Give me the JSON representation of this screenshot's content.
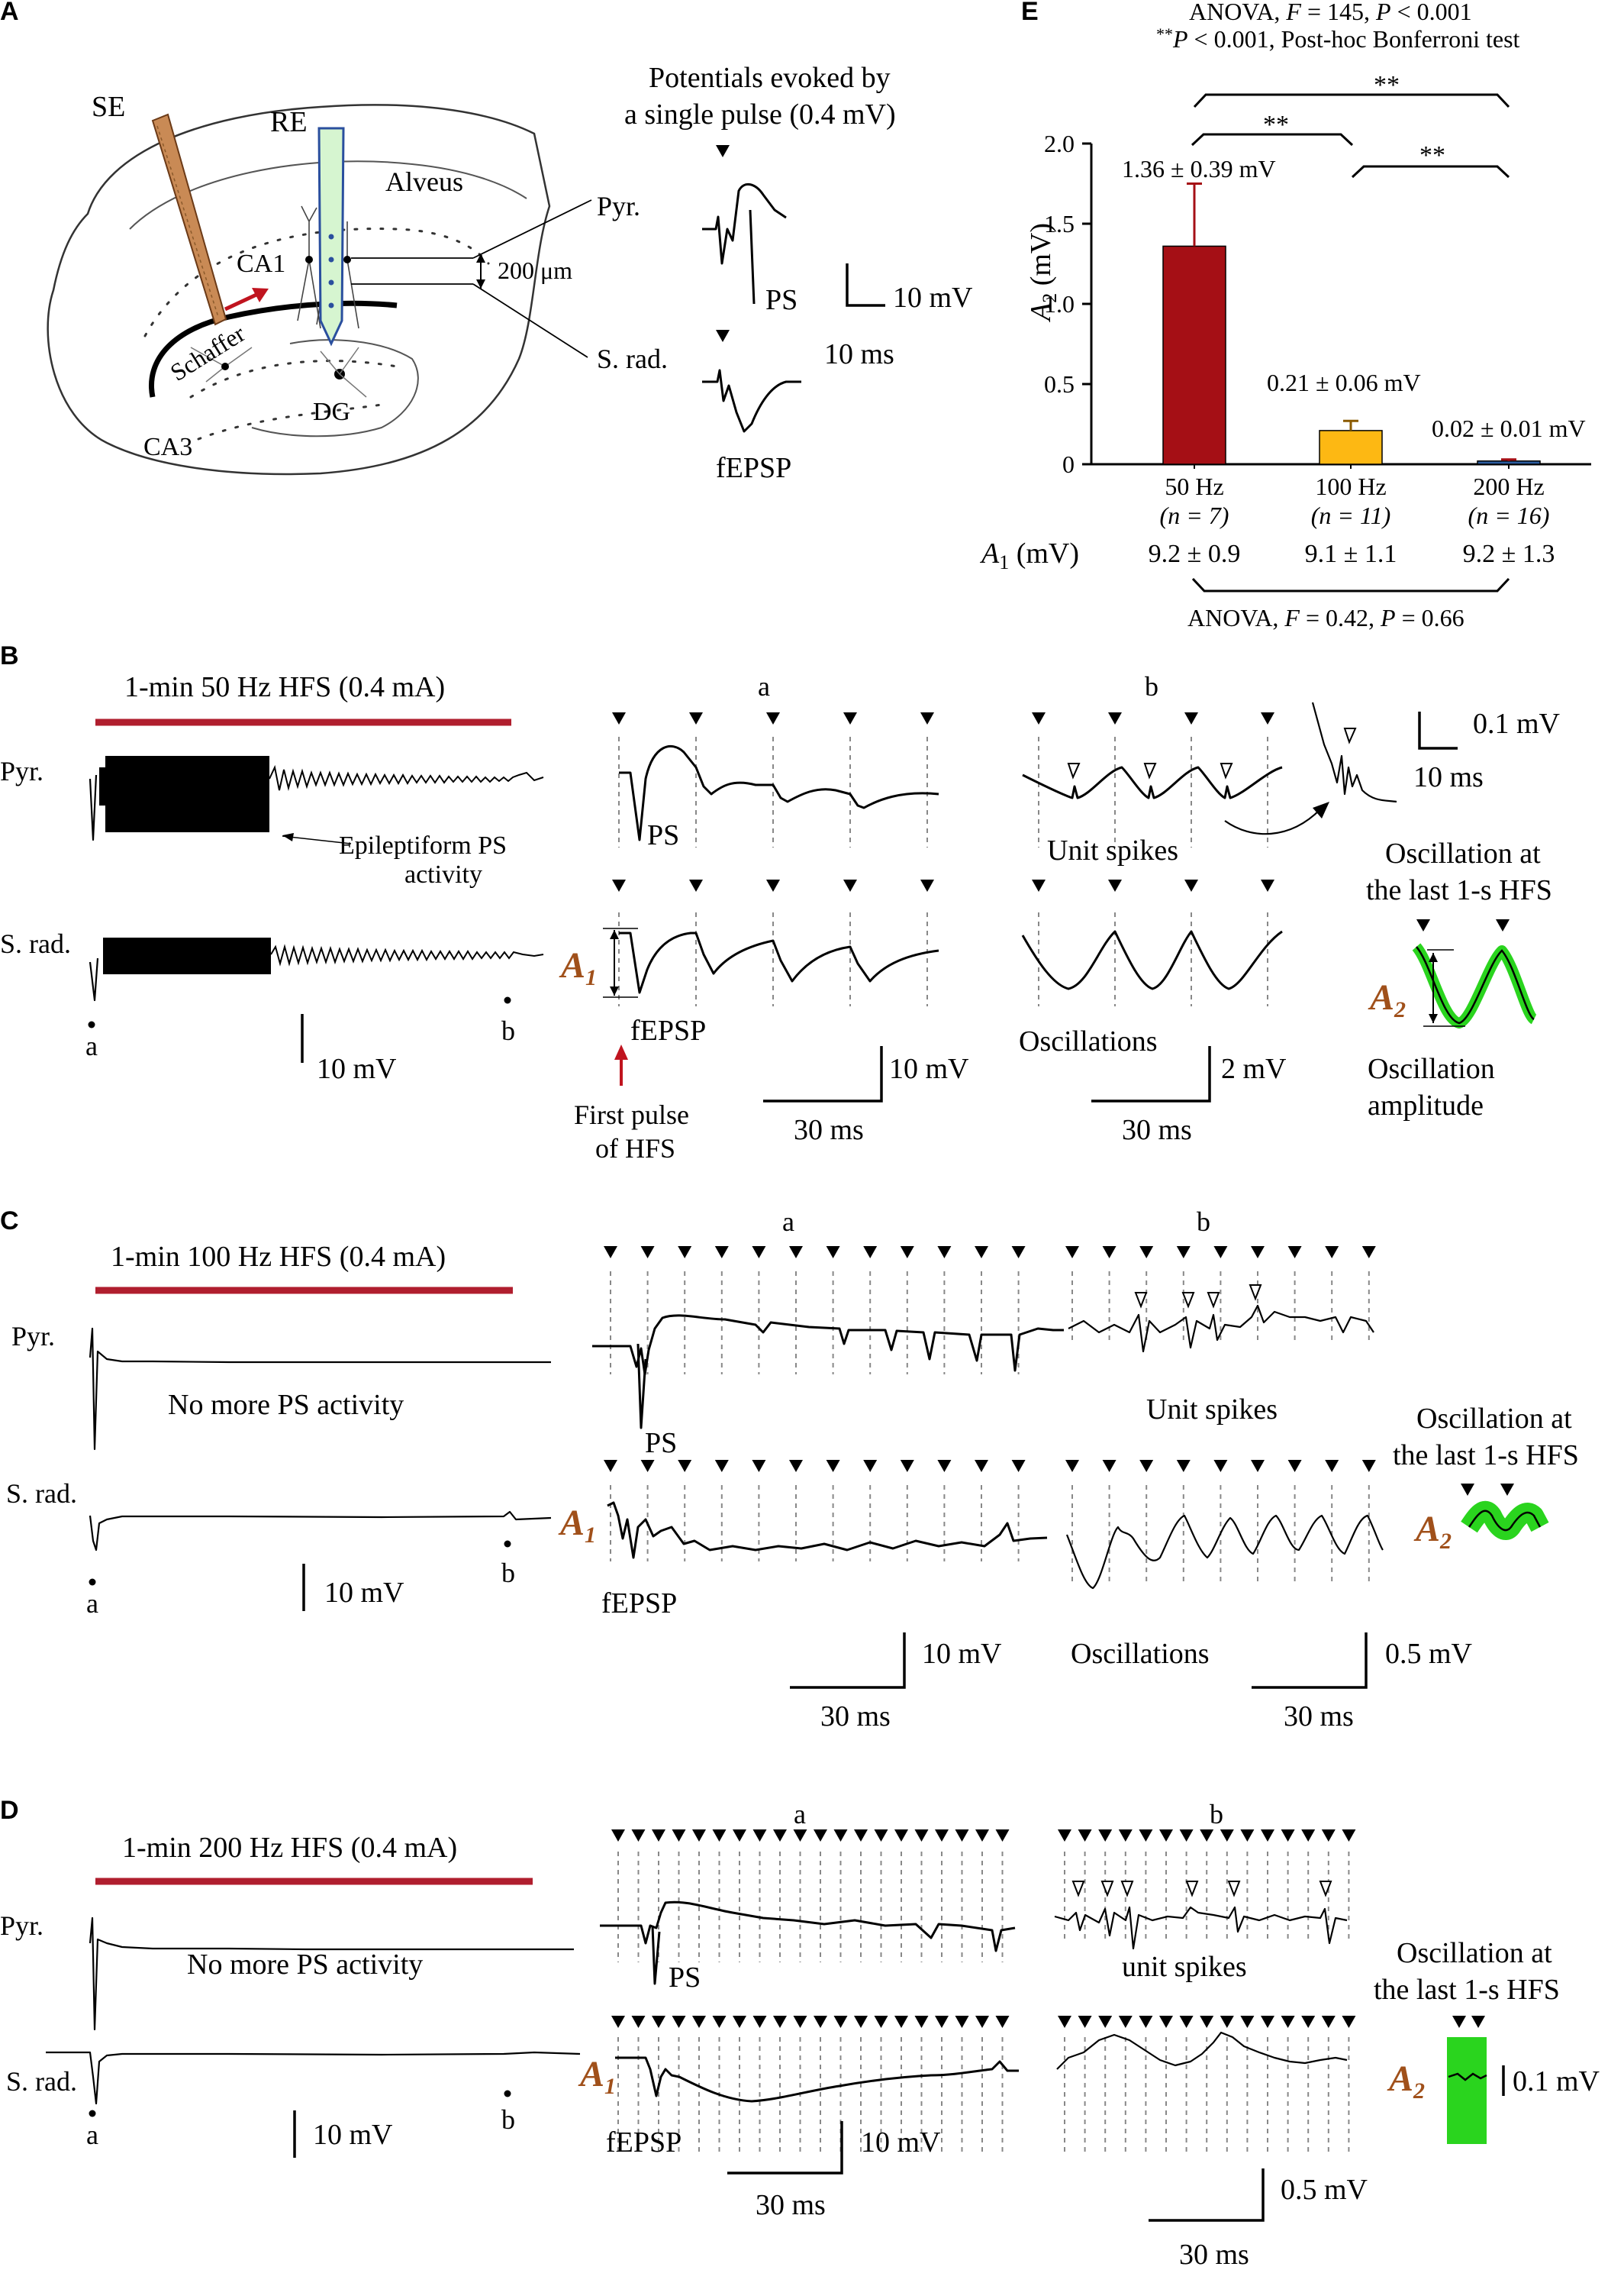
{
  "panelA": {
    "label": "A",
    "se": "SE",
    "re": "RE",
    "alveus": "Alveus",
    "ca1": "CA1",
    "schaffer": "Schaffer",
    "ca3": "CA3",
    "dg": "DG",
    "pyr": "Pyr.",
    "srad": "S. rad.",
    "depth": "200 μm",
    "title1": "Potentials evoked by",
    "title2": "a single pulse  (0.4 mV)",
    "ps": "PS",
    "fepsp": "fEPSP",
    "scale_mv": "10 mV",
    "scale_ms": "10 ms"
  },
  "panelB": {
    "label": "B",
    "hfs": "1-min 50 Hz  HFS (0.4 mA)",
    "pyr": "Pyr.",
    "srad": "S. rad.",
    "epi1": "Epileptiform PS",
    "epi2": "activity",
    "mark_a": "a",
    "mark_b": "b",
    "scale_mv": "10 mV",
    "sub_a": "a",
    "sub_b": "b",
    "ps": "PS",
    "fepsp": "fEPSP",
    "a1": "A",
    "a1_sub": "1",
    "first1": "First pulse",
    "first2": "of HFS",
    "a_scale_mv": "10 mV",
    "a_scale_ms": "30 ms",
    "unit": "Unit spikes",
    "osc": "Oscillations",
    "b_scale_mv": "2 mV",
    "b_scale_ms": "30 ms",
    "zoom_mv": "0.1 mV",
    "zoom_ms": "10 ms",
    "last1": "Oscillation at",
    "last2": "the last 1-s  HFS",
    "a2": "A",
    "a2_sub": "2",
    "amp1": "Oscillation",
    "amp2": "amplitude"
  },
  "panelC": {
    "label": "C",
    "hfs": "1-min 100 Hz  HFS (0.4 mA)",
    "pyr": "Pyr.",
    "srad": "S. rad.",
    "nomore": "No more PS activity",
    "mark_a": "a",
    "mark_b": "b",
    "scale_mv": "10 mV",
    "sub_a": "a",
    "sub_b": "b",
    "ps": "PS",
    "fepsp": "fEPSP",
    "a1": "A",
    "a1_sub": "1",
    "a_scale_mv": "10 mV",
    "a_scale_ms": "30 ms",
    "unit": "Unit spikes",
    "osc": "Oscillations",
    "b_scale_mv": "0.5 mV",
    "b_scale_ms": "30 ms",
    "last1": "Oscillation at",
    "last2": "the last 1-s  HFS",
    "a2": "A",
    "a2_sub": "2"
  },
  "panelD": {
    "label": "D",
    "hfs": "1-min 200 Hz  HFS (0.4 mA)",
    "pyr": "Pyr.",
    "srad": "S. rad.",
    "nomore": "No more PS activity",
    "mark_a": "a",
    "mark_b": "b",
    "scale_mv": "10 mV",
    "sub_a": "a",
    "sub_b": "b",
    "ps": "PS",
    "fepsp": "fEPSP",
    "a1": "A",
    "a1_sub": "1",
    "a_scale_mv": "10 mV",
    "a_scale_ms": "30 ms",
    "unit": "unit spikes",
    "b_scale_mv": "0.5 mV",
    "b_scale_ms": "30 ms",
    "last1": "Oscillation at",
    "last2": "the last 1-s  HFS",
    "a2": "A",
    "a2_sub": "2",
    "a2_scale": "0.1 mV"
  },
  "panelE": {
    "label": "E",
    "anova_top_pre": "ANOVA, ",
    "anova_top_f": "F",
    "anova_top_mid": " = 145, ",
    "anova_top_p": "P",
    "anova_top_post": " < 0.001",
    "post_stars": "**",
    "post_p": "P",
    "post_text": " < 0.001, Post-hoc Bonferroni test",
    "sig": "**",
    "a1_label": "A",
    "a1_sub": "1",
    "a1_unit": " (mV)",
    "anova_bot_pre": "ANOVA, ",
    "anova_bot_f": "F",
    "anova_bot_mid": " = 0.42, ",
    "anova_bot_p": "P",
    "anova_bot_post": " = 0.66"
  },
  "chart_data": {
    "type": "bar",
    "categories": [
      "50 Hz",
      "100 Hz",
      "200 Hz"
    ],
    "n_labels": [
      "(n = 7)",
      "(n = 11)",
      "(n = 16)"
    ],
    "values": [
      1.36,
      0.21,
      0.02
    ],
    "errors": [
      0.39,
      0.06,
      0.01
    ],
    "value_labels": [
      "1.36 ± 0.39 mV",
      "0.21 ± 0.06 mV",
      "0.02 ± 0.01 mV"
    ],
    "a1_values": [
      "9.2 ± 0.9",
      "9.1 ± 1.1",
      "9.2 ± 1.3"
    ],
    "colors": [
      "#a50f15",
      "#fdb813",
      "#2b5c9e"
    ],
    "ylabel": "A2 (mV)",
    "ylabel_main": "A",
    "ylabel_sub": "2",
    "ylabel_unit": " (mV)",
    "ylim": [
      0,
      2.0
    ],
    "yticks": [
      0,
      0.5,
      1.0,
      1.5,
      2.0
    ],
    "ytick_labels": [
      "0",
      "0.5",
      "1.0",
      "1.5",
      "2.0"
    ],
    "significance": [
      "50 Hz vs 100 Hz: **",
      "50 Hz vs 200 Hz: **",
      "100 Hz vs 200 Hz: **"
    ]
  }
}
